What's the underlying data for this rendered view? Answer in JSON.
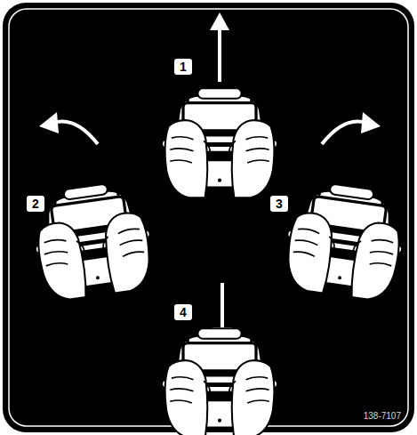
{
  "diagram": {
    "labels": [
      "1",
      "2",
      "3",
      "4",
      "138-7107"
    ]
  }
}
